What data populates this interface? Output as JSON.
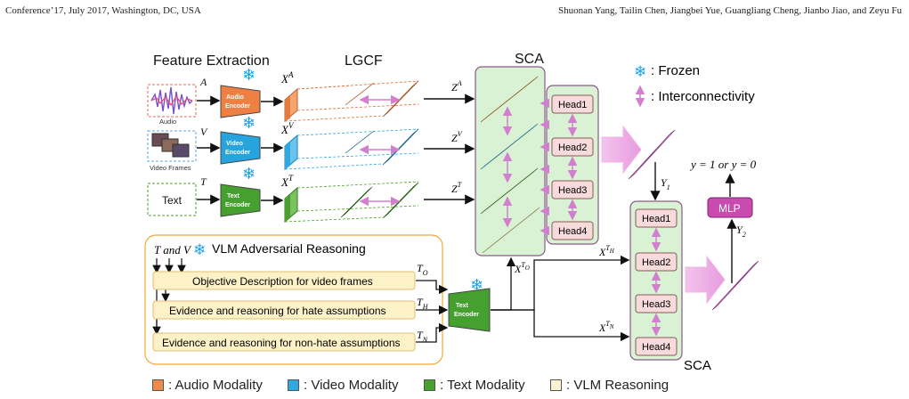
{
  "header": {
    "left": "Conference’17, July 2017, Washington, DC, USA",
    "right": "Shuonan Yang, Tailin Chen, Jiangbei Yue, Guangliang Cheng, Jianbo Jiao, and Zeyu Fu"
  },
  "titles": {
    "feature_extraction": "Feature Extraction",
    "lgcf": "LGCF",
    "sca_top": "SCA",
    "sca_bottom": "SCA"
  },
  "inputs": {
    "audio_letter": "A",
    "audio_caption": "Audio",
    "video_letter": "V",
    "video_caption": "Video Frames",
    "text_box": "Text",
    "text_letter": "T"
  },
  "encoders": {
    "audio": [
      "Audio",
      "Encoder"
    ],
    "video": [
      "Video",
      "Encoder"
    ],
    "text": [
      "Text",
      "Encoder"
    ],
    "text2": [
      "Text",
      "Encoder"
    ]
  },
  "math": {
    "xa": "X",
    "xa_sup": "A",
    "xv": "X",
    "xv_sup": "V",
    "xt": "X",
    "xt_sup": "T",
    "za": "Z",
    "za_sup": "A",
    "zv": "Z",
    "zv_sup": "V",
    "zt": "Z",
    "zt_sup": "T",
    "xto": "X",
    "xto_sup": "T",
    "xto_sub": "O",
    "xth": "X",
    "xth_sup": "T",
    "xth_sub": "H",
    "xtn": "X",
    "xtn_sup": "T",
    "xtn_sub": "N",
    "y1": "Y",
    "y1_sub": "1",
    "y2": "Y",
    "y2_sub": "2",
    "to": "T",
    "to_sub": "O",
    "th": "T",
    "th_sub": "H",
    "tn": "T",
    "tn_sub": "N",
    "output": "y = 1 or y = 0"
  },
  "heads_top": [
    "Head1",
    "Head2",
    "Head3",
    "Head4"
  ],
  "heads_bottom": [
    "Head1",
    "Head2",
    "Head3",
    "Head4"
  ],
  "mlp": "MLP",
  "vlm": {
    "title": "VLM Adversarial Reasoning",
    "inputs": "T and V",
    "steps": [
      "Objective Description for video frames",
      "Evidence and reasoning for hate assumptions",
      "Evidence and reasoning for non-hate assumptions"
    ]
  },
  "key": {
    "frozen": ": Frozen",
    "interconnectivity": ": Interconnectivity"
  },
  "legend": [
    {
      "label": ": Audio Modality",
      "color": "#f08a4b"
    },
    {
      "label": ": Video Modality",
      "color": "#2ea8df"
    },
    {
      "label": ": Text Modality",
      "color": "#4aa02c"
    },
    {
      "label": ": VLM Reasoning",
      "color": "#fdf3d0"
    }
  ],
  "colors": {
    "audio": "#f08a4b",
    "video": "#2ea8df",
    "text": "#4aa02c",
    "sca_fill": "#d9f2d3",
    "head_fill": "#f7dada",
    "arrow_pink": "#e58fe0",
    "vlm_box": "#fdf1c7",
    "mlp": "#c94bb0"
  }
}
